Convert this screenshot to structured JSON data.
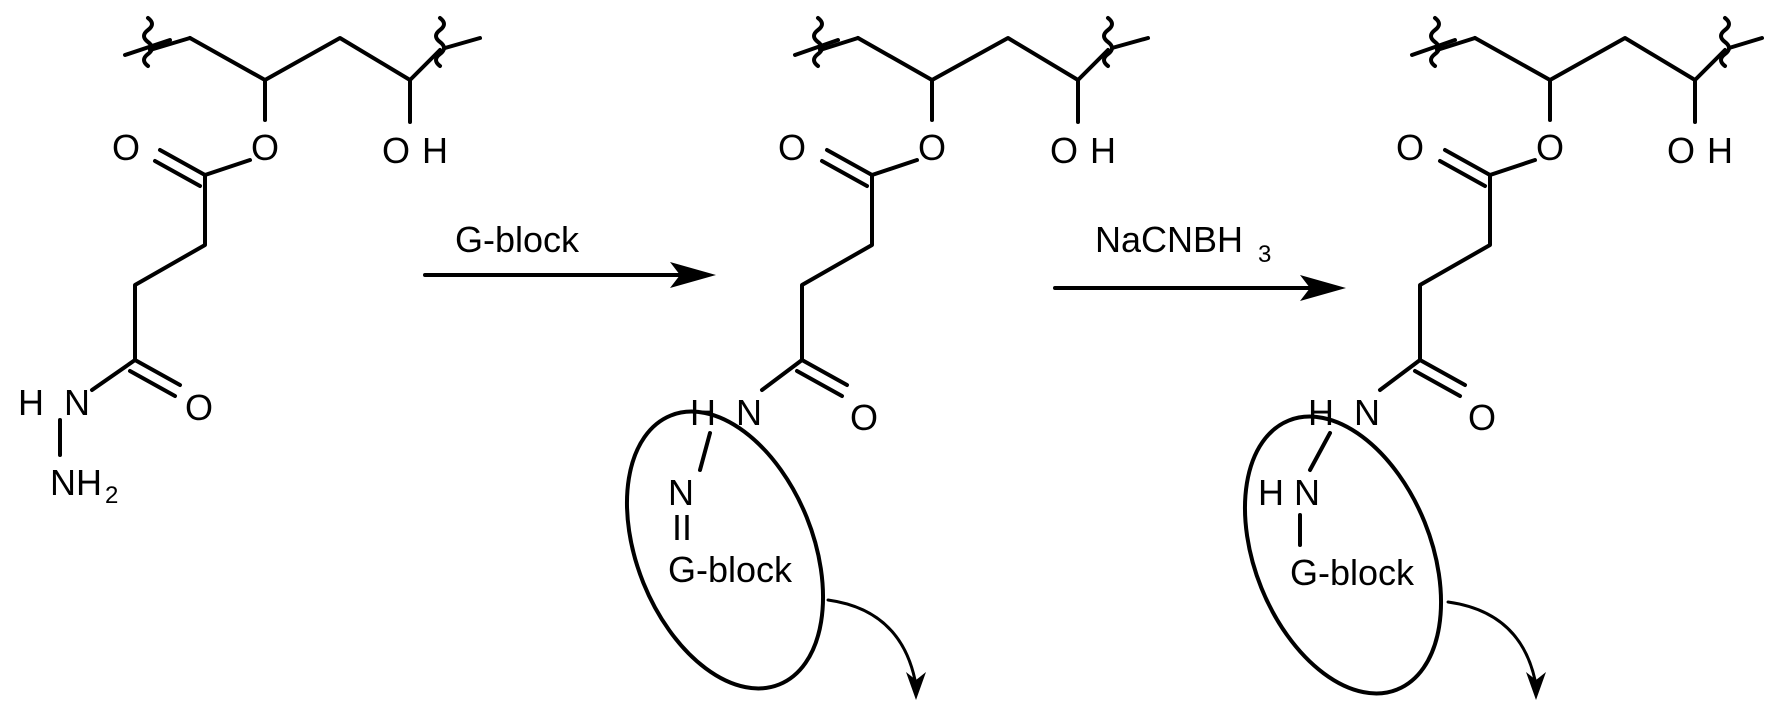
{
  "molecule_1": {
    "ester_oxygen": "O",
    "carbonyl_oxygen": "O",
    "hydroxyl": "OH",
    "hydrazide_nh": "HN",
    "hydrazide_nh2_main": "NH",
    "hydrazide_nh2_sub": "2",
    "amide_oxygen": "O"
  },
  "arrow_1": {
    "reagent": "G-block"
  },
  "molecule_2": {
    "ester_oxygen": "O",
    "carbonyl_oxygen": "O",
    "hydroxyl": "OH",
    "amide_nh": "HN",
    "amide_oxygen": "O",
    "imine_n": "N",
    "double_bond": "II",
    "gblock_label": "G-block"
  },
  "arrow_2": {
    "reagent_main": "NaCNBH",
    "reagent_sub": "3"
  },
  "molecule_3": {
    "ester_oxygen": "O",
    "carbonyl_oxygen": "O",
    "hydroxyl": "OH",
    "amide_nh": "HN",
    "amide_oxygen": "O",
    "amine_hn": "HN",
    "gblock_label": "G-block"
  }
}
